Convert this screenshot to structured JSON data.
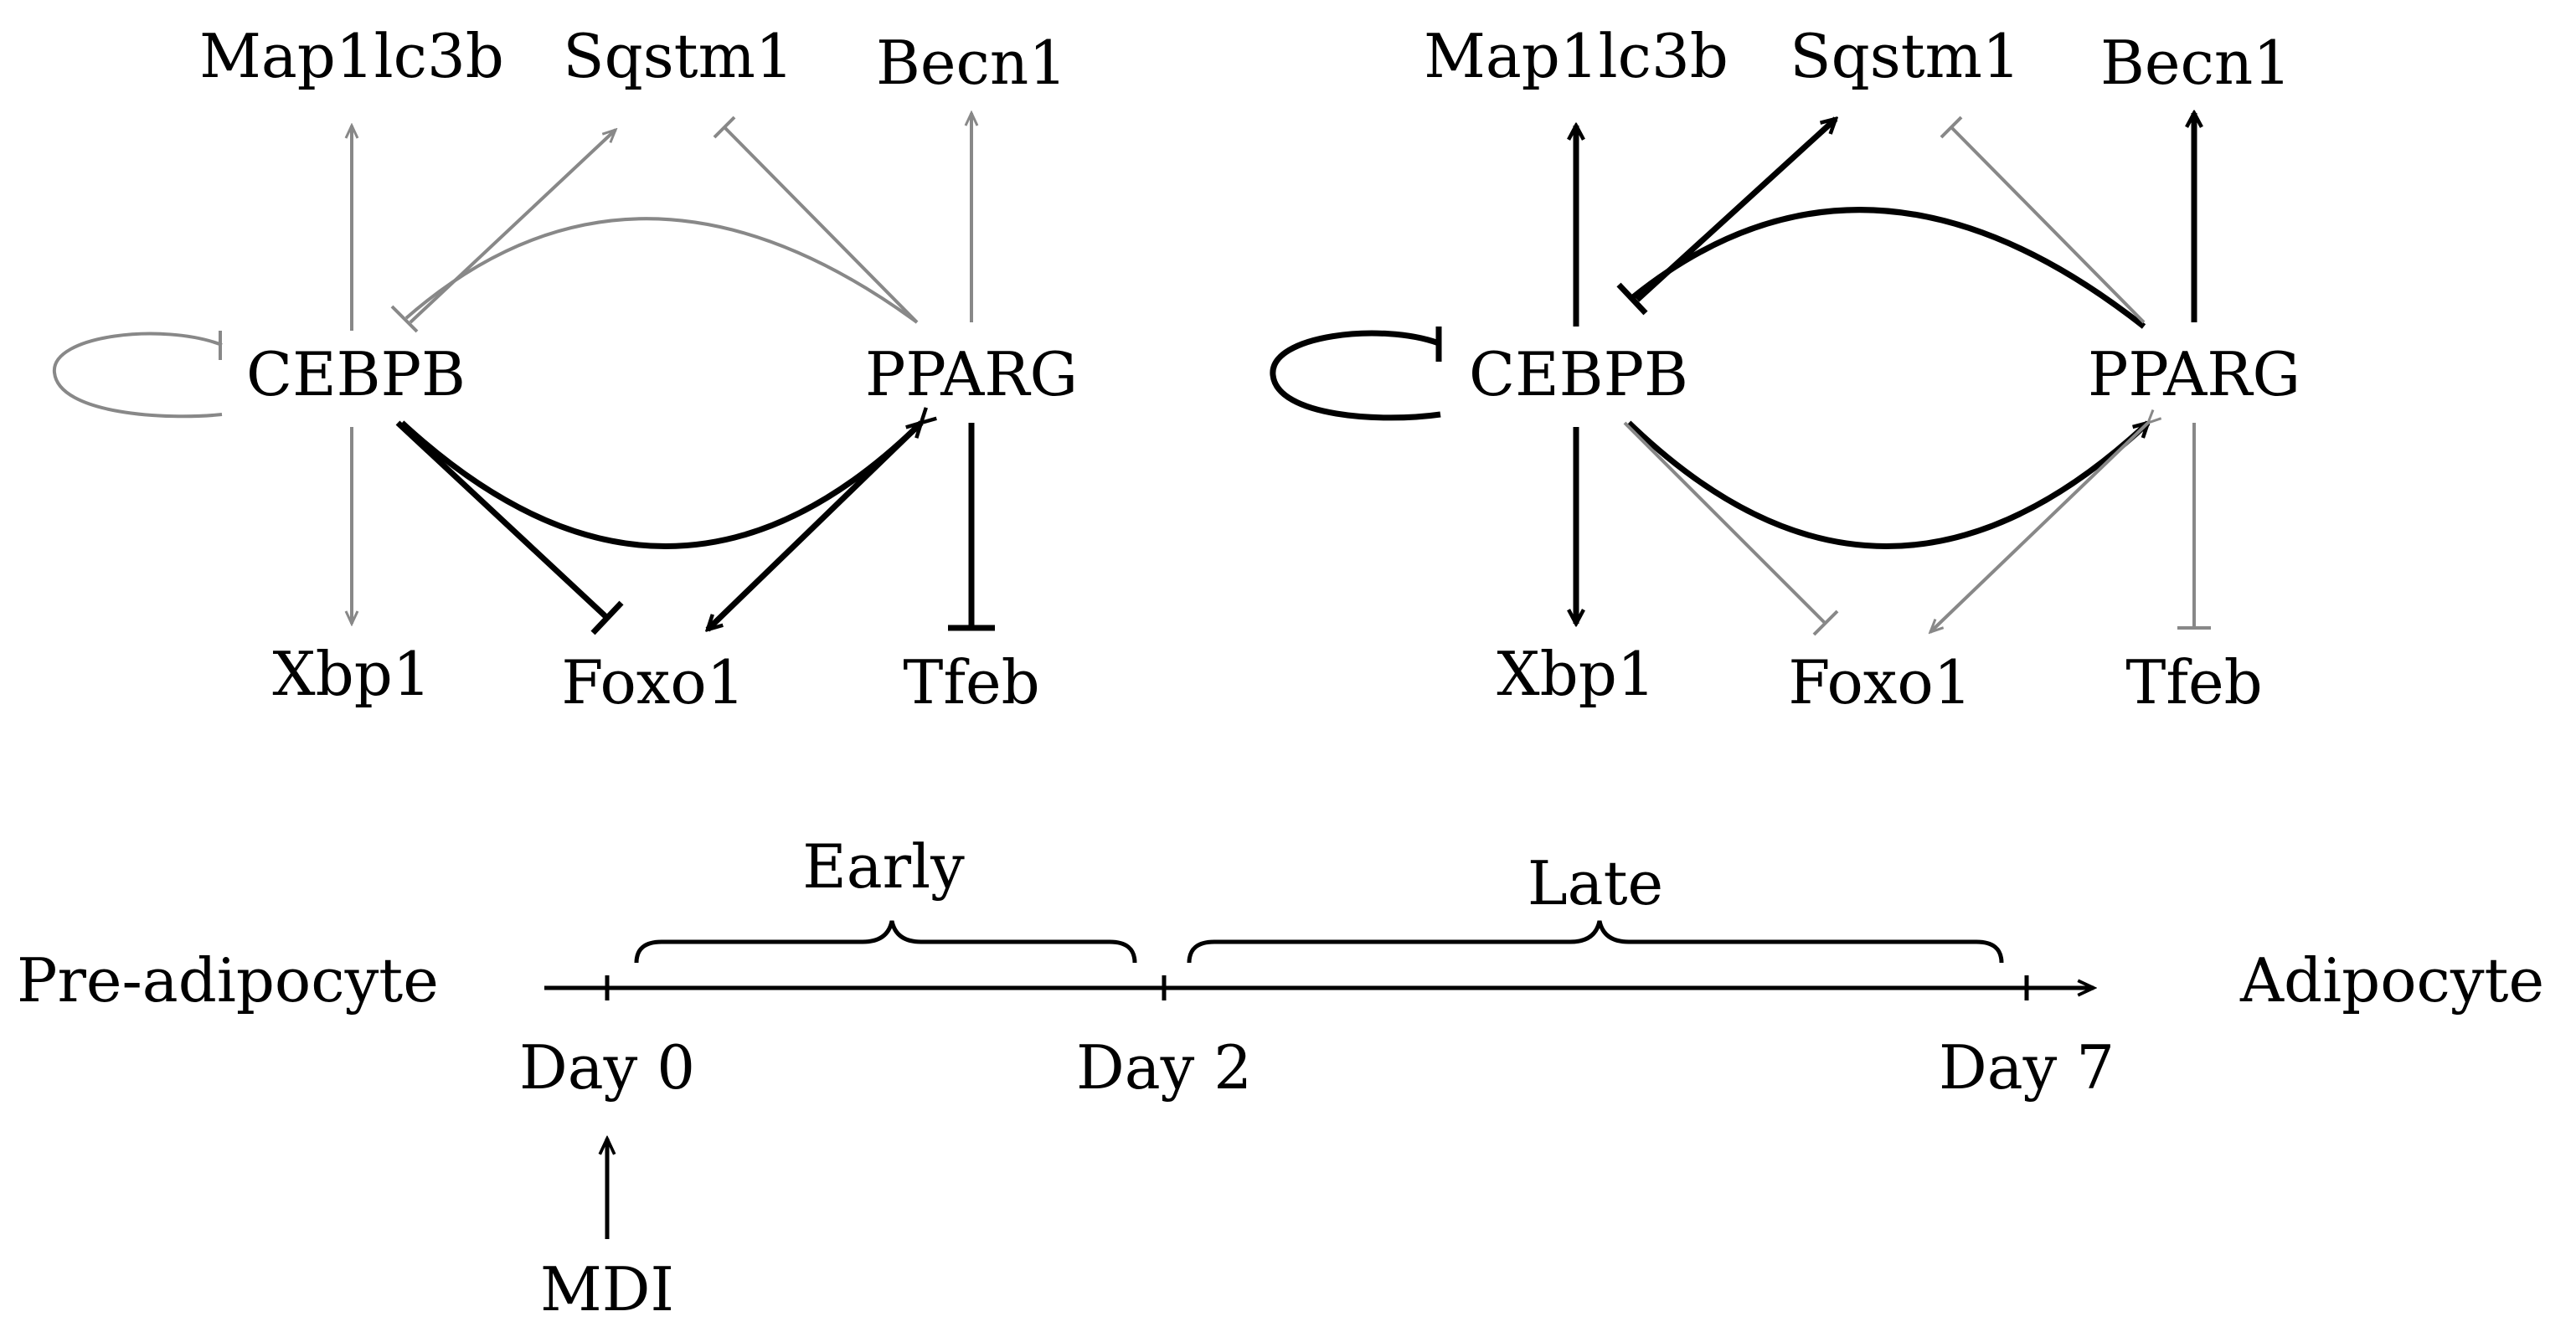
{
  "left_network": {
    "nodes": {
      "map1lc3b": "Map1lc3b",
      "sqstm1": "Sqstm1",
      "becn1": "Becn1",
      "cebpb": "CEBPB",
      "pparg": "PPARG",
      "xbp1": "Xbp1",
      "foxo1": "Foxo1",
      "tfeb": "Tfeb"
    }
  },
  "right_network": {
    "nodes": {
      "map1lc3b": "Map1lc3b",
      "sqstm1": "Sqstm1",
      "becn1": "Becn1",
      "cebpb": "CEBPB",
      "pparg": "PPARG",
      "xbp1": "Xbp1",
      "foxo1": "Foxo1",
      "tfeb": "Tfeb"
    }
  },
  "timeline": {
    "start_label": "Pre-adipocyte",
    "end_label": "Adipocyte",
    "ticks": [
      "Day 0",
      "Day 2",
      "Day 7"
    ],
    "phases": [
      "Early",
      "Late"
    ],
    "trigger": "MDI"
  },
  "colors": {
    "strong": "#000000",
    "weak": "#888888"
  }
}
